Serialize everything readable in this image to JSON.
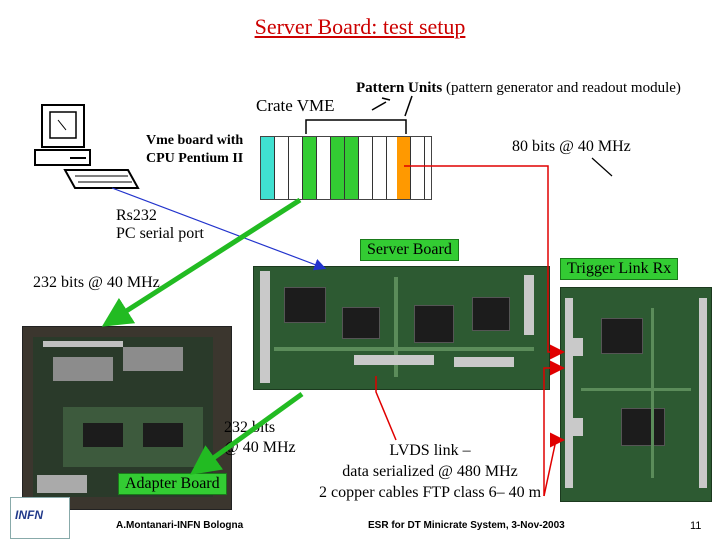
{
  "title": "Server Board: test setup",
  "labels": {
    "crate_vme": "Crate VME",
    "pattern_units_bold": "Pattern Units",
    "pattern_units_rest": "(pattern generator and readout module)",
    "vme_board_line1": "Vme board with",
    "vme_board_line2": "CPU Pentium II",
    "bits_80": "80 bits @ 40 MHz",
    "rs232_line1": "Rs232",
    "rs232_line2": "PC serial port",
    "server_board": "Server Board",
    "trigger_link_rx": "Trigger Link Rx",
    "bits_232_top": "232 bits @ 40 MHz",
    "bits_232_mid_line1": "232 bits",
    "bits_232_mid_line2": "@ 40 MHz",
    "adapter_board": "Adapter Board",
    "lvds_line1": "LVDS link –",
    "lvds_line2": "data serialized @ 480 MHz",
    "lvds_line3": "2 copper cables FTP class 6– 40 m"
  },
  "footer": {
    "author": "A.Montanari-INFN Bologna",
    "event": "ESR for DT Minicrate System, 3-Nov-2003",
    "page": "11"
  },
  "logo_text": "INFN",
  "colors": {
    "title": "#cc0000",
    "green_label": "#33cc33",
    "arrow_red": "#e00000",
    "arrow_green": "#22bb22",
    "arrow_blue": "#2233cc",
    "slot_cyan": "#40e0d0",
    "slot_orange": "#ff9900"
  }
}
